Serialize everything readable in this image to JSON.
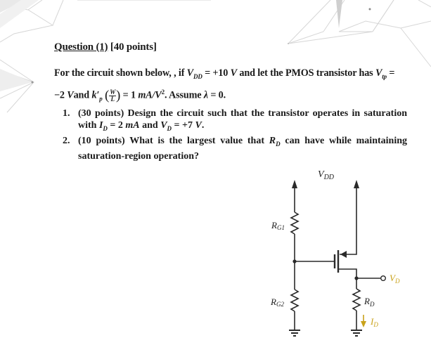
{
  "question": {
    "title_underlined": "Question (1)",
    "points": "[40 points]"
  },
  "problem": {
    "line1_a": "For the circuit shown below, , if ",
    "vdd_sym": "V",
    "vdd_sub": "DD",
    "line1_b": " = +10 ",
    "unit_v": "V",
    "line1_c": " and let the PMOS transistor has ",
    "vtp_sym": "V",
    "vtp_sub": "tp",
    "line1_d": " =",
    "line2_a": "−2 ",
    "line2_b": "and ",
    "kp_sym": "k′",
    "kp_sub": "p",
    "frac_num": "W",
    "frac_den": "L",
    "line2_c": " = 1 ",
    "unit_kp": "mA/V",
    "unit_kp_sup": "2",
    "line2_d": ". Assume ",
    "lambda": "λ",
    "line2_e": " = 0."
  },
  "tasks": [
    {
      "number": "1.",
      "text_a": "(30 points) Design the circuit such that the transistor operates in saturation with ",
      "id_sym": "I",
      "id_sub": "D",
      "text_b": " = 2 ",
      "id_unit": "mA",
      "text_c": " and ",
      "vd_sym": "V",
      "vd_sub": "D",
      "text_d": " = +7 ",
      "vd_unit": "V",
      "text_e": "."
    },
    {
      "number": "2.",
      "text_a": "(10 points) What is the largest value that ",
      "rd_sym": "R",
      "rd_sub": "D",
      "text_b": " can have while maintaining saturation-region operation?"
    }
  ],
  "circuit": {
    "supply_label": "V",
    "supply_sub": "DD",
    "rg1_label": "R",
    "rg1_sub": "G1",
    "rg2_label": "R",
    "rg2_sub": "G2",
    "rd_label": "R",
    "rd_sub": "D",
    "vd_label": "V",
    "vd_sub": "D",
    "id_label": "I",
    "id_sub": "D",
    "accent_color": "#c9a21a",
    "wire_color": "#2a2a2a"
  }
}
